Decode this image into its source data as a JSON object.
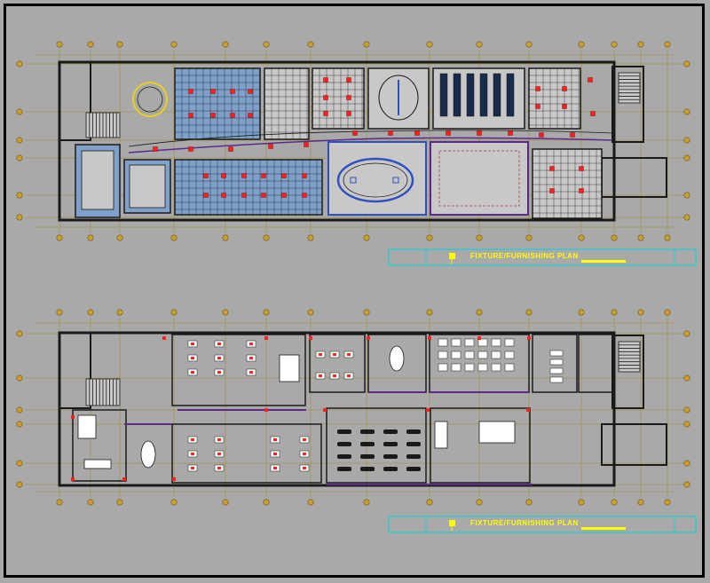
{
  "drawing": {
    "plans": [
      {
        "id": "ceiling",
        "title": "FIXTURE/FURNISHING PLAN"
      },
      {
        "id": "furniture",
        "title": "FIXTURE/FURNISHING PLAN"
      }
    ]
  },
  "colors": {
    "background": "#a9a9a9",
    "wall": "#1a1a1a",
    "gridLine": "#a08a20",
    "gridBubble": "#c8a030",
    "fixture": "#ff2020",
    "partition": "#5a2a8a",
    "titleBox": "#00d8e0",
    "titleText": "#ffff00",
    "ceilingTile": "#7fa0c8"
  }
}
